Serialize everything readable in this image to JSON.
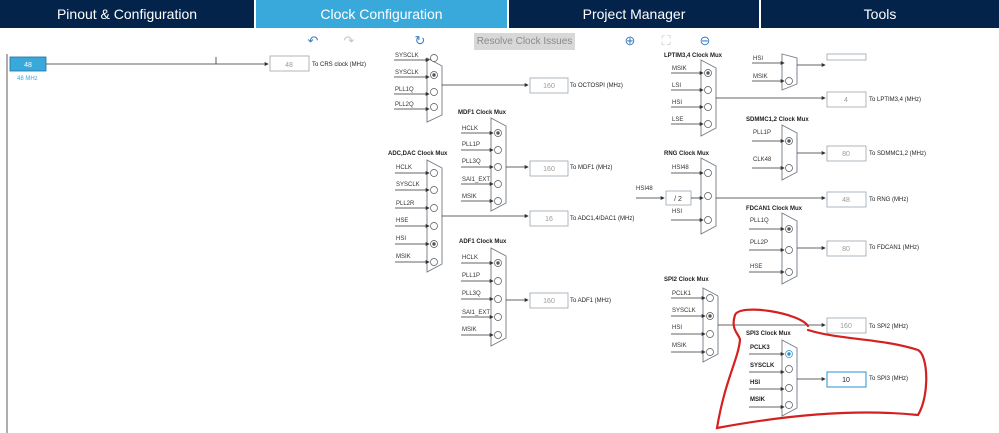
{
  "tabs": [
    {
      "label": "Pinout & Configuration",
      "active": false
    },
    {
      "label": "Clock Configuration",
      "active": true
    },
    {
      "label": "Project Manager",
      "active": false
    },
    {
      "label": "Tools",
      "active": false
    }
  ],
  "toolbar": {
    "resolve_label": "Resolve Clock Issues"
  },
  "hsi48": {
    "value": "48",
    "sublabel": "48 MHz",
    "crs_value": "48",
    "crs_label": "To CRS clock (MHz)"
  },
  "octospi_mux": {
    "inputs": [
      "SYSCLK",
      "PLL1Q",
      "PLL2Q"
    ],
    "output_value": "160",
    "output_label": "To OCTOSPI (MHz)"
  },
  "mdf1_mux": {
    "title": "MDF1 Clock Mux",
    "inputs": [
      "HCLK",
      "PLL1P",
      "PLL3Q",
      "SAI1_EXT",
      "MSIK"
    ],
    "output_value": "160",
    "output_label": "To MDF1 (MHz)"
  },
  "adcdac_mux": {
    "title": "ADC,DAC Clock Mux",
    "inputs": [
      "HCLK",
      "SYSCLK",
      "PLL2R",
      "HSE",
      "HSI",
      "MSIK"
    ],
    "output_value": "16",
    "output_label": "To ADC1,4/DAC1 (MHz)"
  },
  "adf1_mux": {
    "title": "ADF1 Clock Mux",
    "inputs": [
      "HCLK",
      "PLL1P",
      "PLL3Q",
      "SAI1_EXT",
      "MSIK"
    ],
    "output_value": "160",
    "output_label": "To ADF1 (MHz)"
  },
  "lptim34_mux": {
    "title": "LPTIM3,4 Clock Mux",
    "inputs": [
      "MSIK",
      "LSI",
      "HSI",
      "LSE"
    ],
    "output_value": "4",
    "output_label": "To LPTIM3,4 (MHz)"
  },
  "top_right_mux": {
    "inputs": [
      "HSI",
      "MSIK"
    ]
  },
  "sdmmc_mux": {
    "title": "SDMMC1,2 Clock Mux",
    "inputs": [
      "PLL1P",
      "CLK48"
    ],
    "output_value": "80",
    "output_label": "To SDMMC1,2 (MHz)"
  },
  "rng_mux": {
    "title": "RNG Clock Mux",
    "inputs": [
      "HSI48",
      "",
      "HSI"
    ],
    "source": "HSI48",
    "divider": "/ 2",
    "output_value": "48",
    "output_label": "To RNG (MHz)"
  },
  "fdcan_mux": {
    "title": "FDCAN1 Clock Mux",
    "inputs": [
      "PLL1Q",
      "PLL2P",
      "HSE"
    ],
    "output_value": "80",
    "output_label": "To FDCAN1 (MHz)"
  },
  "spi2_mux": {
    "title": "SPI2 Clock Mux",
    "inputs": [
      "PCLK1",
      "SYSCLK",
      "HSI",
      "MSIK"
    ],
    "output_value": "160",
    "output_label": "To SPI2 (MHz)"
  },
  "spi3_mux": {
    "title": "SPI3 Clock Mux",
    "inputs": [
      "PCLK3",
      "SYSCLK",
      "HSI",
      "MSIK"
    ],
    "output_value": "10",
    "output_label": "To SPI3 (MHz)"
  },
  "colors": {
    "tab_bar": "#03234b",
    "tab_active": "#39a9dc",
    "highlight": "#d42020",
    "selected_value_border": "#2a8fd0"
  }
}
